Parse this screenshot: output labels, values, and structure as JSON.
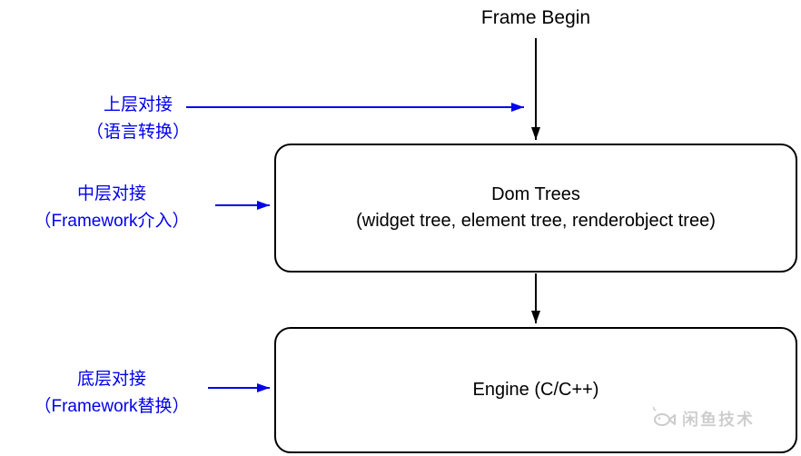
{
  "diagram": {
    "frame_begin": "Frame Begin",
    "boxes": {
      "dom_trees": {
        "title": "Dom Trees",
        "subtitle": "(widget tree, element tree, renderobject tree)"
      },
      "engine": {
        "title": "Engine (C/C++)"
      }
    },
    "annotations": [
      {
        "line1": "上层对接",
        "line2": "（语言转换）"
      },
      {
        "line1": "中层对接",
        "line2": "（Framework介入）"
      },
      {
        "line1": "底层对接",
        "line2": "（Framework替换）"
      }
    ],
    "watermark": {
      "text": "闲鱼技术"
    },
    "colors": {
      "annotation_blue": "#0000ee",
      "line_black": "#000000",
      "watermark_gray": "#cbcbcb"
    }
  }
}
